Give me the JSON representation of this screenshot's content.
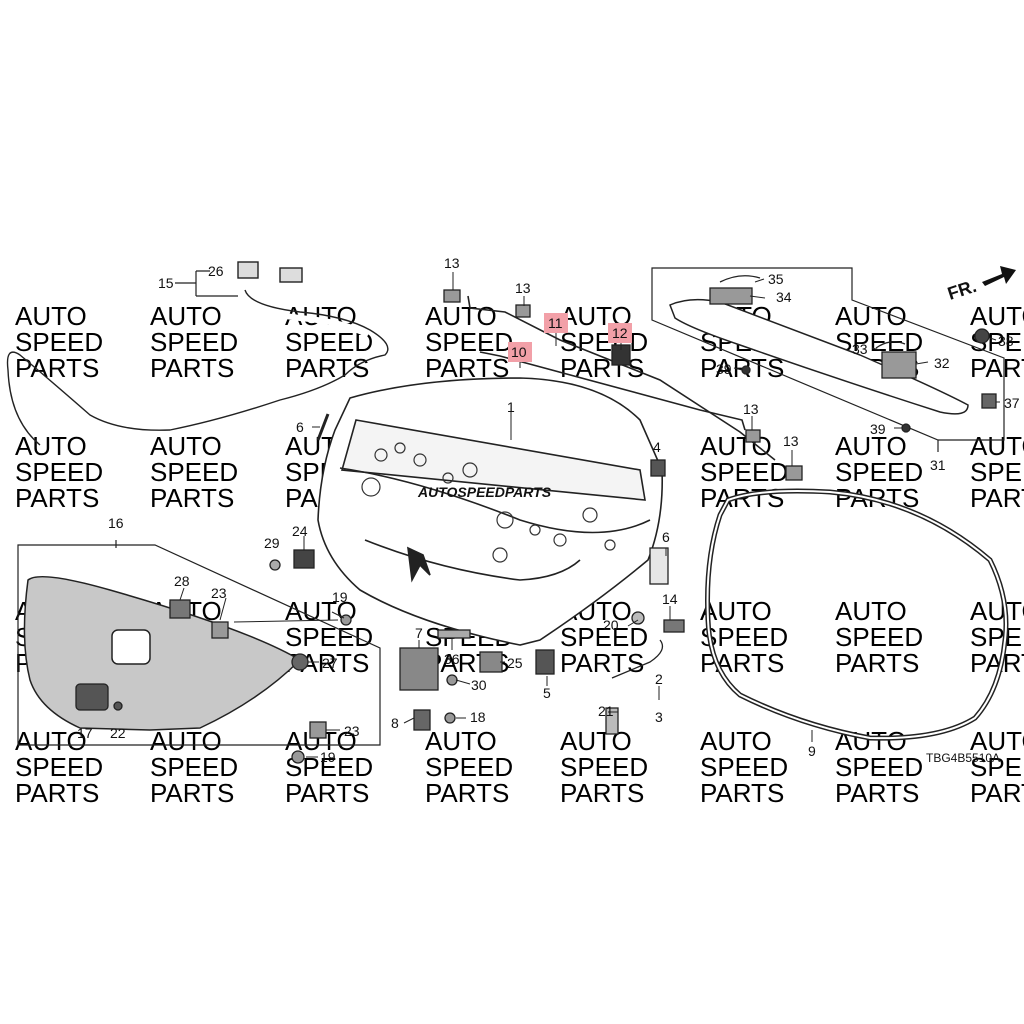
{
  "diagram": {
    "code": "TBG4B5510A",
    "direction_label": "FR.",
    "watermark": {
      "banner": "AUTOSPEEDPARTS",
      "tile_line1": "AUTO",
      "tile_line2": "SPEED",
      "tile_line3": "PARTS"
    },
    "highlighted_callouts": [
      "10",
      "11",
      "12"
    ],
    "callouts": [
      "1",
      "2",
      "3",
      "4",
      "5",
      "6",
      "7",
      "8",
      "9",
      "10",
      "11",
      "12",
      "13",
      "14",
      "15",
      "16",
      "17",
      "18",
      "19",
      "20",
      "21",
      "22",
      "23",
      "24",
      "25",
      "26",
      "27",
      "28",
      "29",
      "30",
      "31",
      "32",
      "33",
      "34",
      "35",
      "36",
      "37",
      "38",
      "39"
    ]
  }
}
